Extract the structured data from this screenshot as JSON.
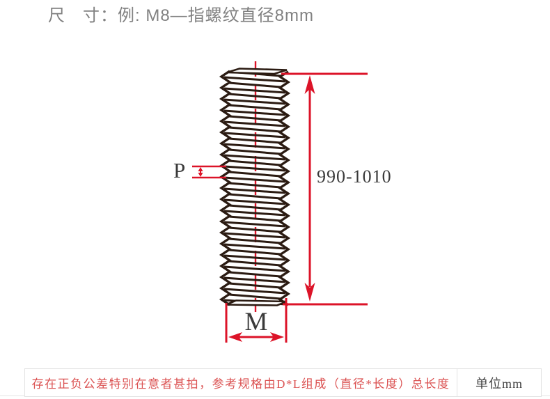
{
  "title": "尺　寸：例: M8—指螺纹直径8mm",
  "diagram": {
    "pitch_label": "P",
    "length_label": "990-1010",
    "diameter_label": "M"
  },
  "footer": {
    "notice": "存在正负公差特别在意者甚拍，参考规格由D*L组成（直径*长度）总长度",
    "unit_label": "单位mm"
  },
  "colors": {
    "dimension_red": "#dc1328",
    "thread_dark": "#2b1b12",
    "title_gray": "#818181",
    "notice_red": "#db5252"
  }
}
